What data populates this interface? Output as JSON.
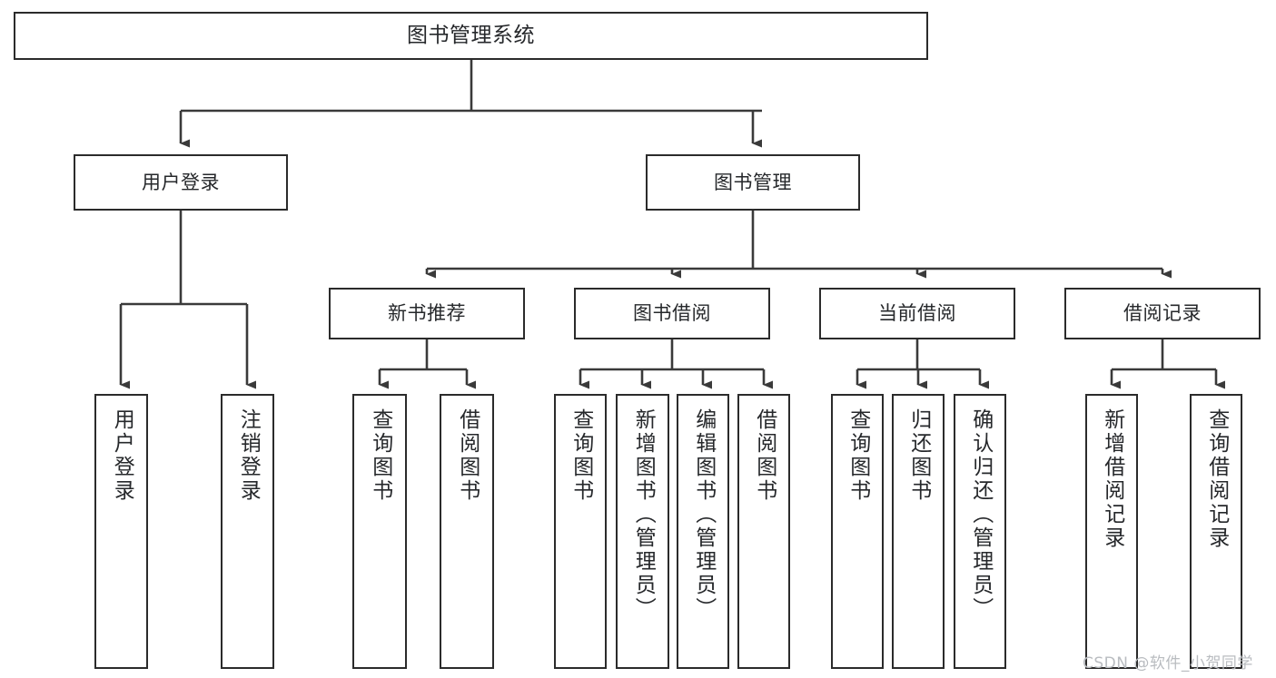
{
  "diagram": {
    "title": "图书管理系统",
    "type": "tree-hierarchy-chart",
    "root": {
      "id": "root",
      "label": "图书管理系统"
    },
    "level2": [
      {
        "id": "user-login",
        "label": "用户登录"
      },
      {
        "id": "book-management",
        "label": "图书管理"
      }
    ],
    "level3": [
      {
        "id": "new-book-recommend",
        "label": "新书推荐",
        "parent": "book-management"
      },
      {
        "id": "book-borrow",
        "label": "图书借阅",
        "parent": "book-management"
      },
      {
        "id": "current-borrow",
        "label": "当前借阅",
        "parent": "book-management"
      },
      {
        "id": "borrow-record",
        "label": "借阅记录",
        "parent": "book-management"
      }
    ],
    "leaves": [
      {
        "id": "leaf-user-login",
        "label": "用户登录",
        "parent": "user-login"
      },
      {
        "id": "leaf-logout",
        "label": "注销登录",
        "parent": "user-login"
      },
      {
        "id": "leaf-query-book-1",
        "label": "查询图书",
        "parent": "new-book-recommend"
      },
      {
        "id": "leaf-borrow-book-1",
        "label": "借阅图书",
        "parent": "new-book-recommend"
      },
      {
        "id": "leaf-query-book-2",
        "label": "查询图书",
        "parent": "book-borrow"
      },
      {
        "id": "leaf-add-book",
        "label": "新增图书（管理员）",
        "parent": "book-borrow"
      },
      {
        "id": "leaf-edit-book",
        "label": "编辑图书（管理员）",
        "parent": "book-borrow"
      },
      {
        "id": "leaf-borrow-book-2",
        "label": "借阅图书",
        "parent": "book-borrow"
      },
      {
        "id": "leaf-query-book-3",
        "label": "查询图书",
        "parent": "current-borrow"
      },
      {
        "id": "leaf-return-book",
        "label": "归还图书",
        "parent": "current-borrow"
      },
      {
        "id": "leaf-confirm-return",
        "label": "确认归还（管理员）",
        "parent": "current-borrow"
      },
      {
        "id": "leaf-add-record",
        "label": "新增借阅记录",
        "parent": "borrow-record"
      },
      {
        "id": "leaf-query-record",
        "label": "查询借阅记录",
        "parent": "borrow-record"
      }
    ]
  },
  "watermark": {
    "text": "CSDN @软件_小贺同学"
  },
  "colors": {
    "box_border": "#2b2b2b",
    "box_fill": "#ffffff",
    "text": "#26282b",
    "edge": "#3a3a3a",
    "watermark": "#b9bcc0",
    "background": "#ffffff"
  }
}
